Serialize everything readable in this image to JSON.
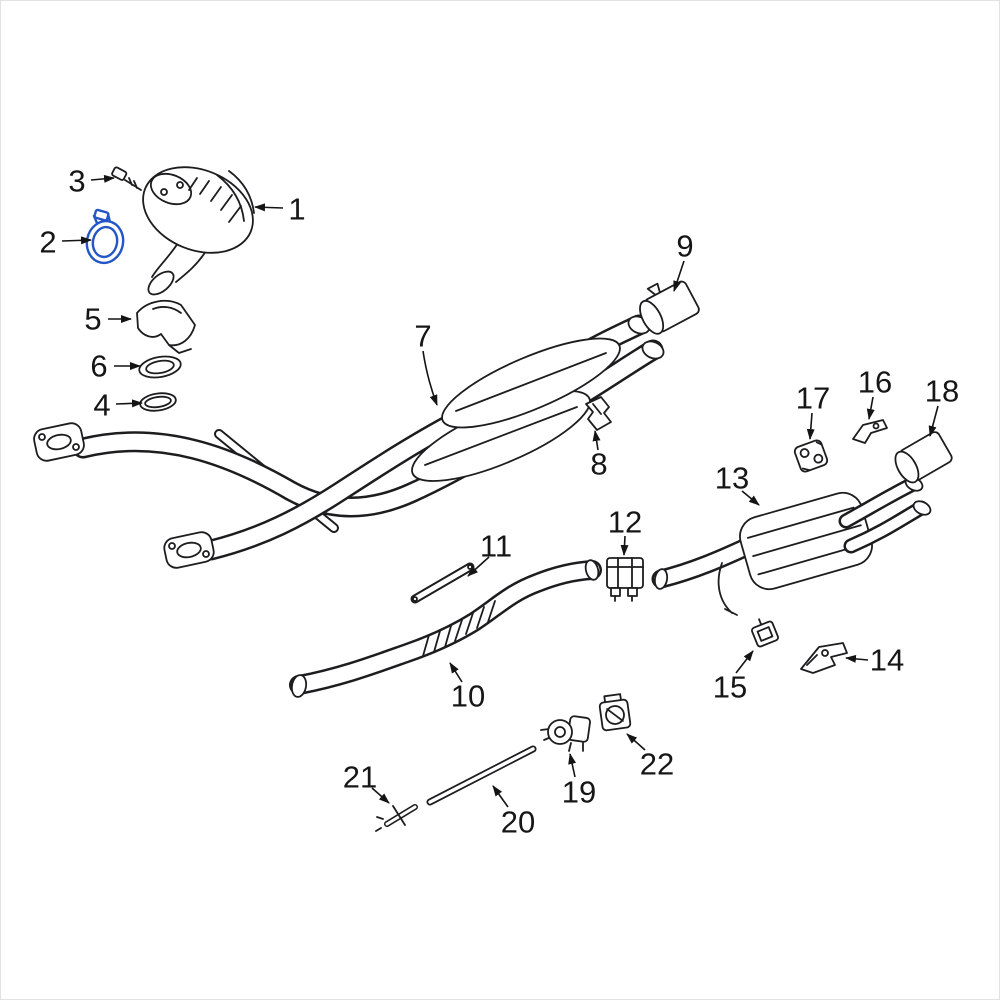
{
  "diagram": {
    "type": "exploded-parts-diagram",
    "subject": "vehicle-exhaust-system",
    "background_color": "#ffffff",
    "line_color": "#1d1d1f",
    "highlight_color": "#2456c5",
    "highlighted_part_label": "2",
    "callouts": [
      {
        "label": "1"
      },
      {
        "label": "2"
      },
      {
        "label": "3"
      },
      {
        "label": "4"
      },
      {
        "label": "5"
      },
      {
        "label": "6"
      },
      {
        "label": "7"
      },
      {
        "label": "8"
      },
      {
        "label": "9"
      },
      {
        "label": "10"
      },
      {
        "label": "11"
      },
      {
        "label": "12"
      },
      {
        "label": "13"
      },
      {
        "label": "14"
      },
      {
        "label": "15"
      },
      {
        "label": "16"
      },
      {
        "label": "17"
      },
      {
        "label": "18"
      },
      {
        "label": "19"
      },
      {
        "label": "20"
      },
      {
        "label": "21"
      },
      {
        "label": "22"
      }
    ]
  }
}
